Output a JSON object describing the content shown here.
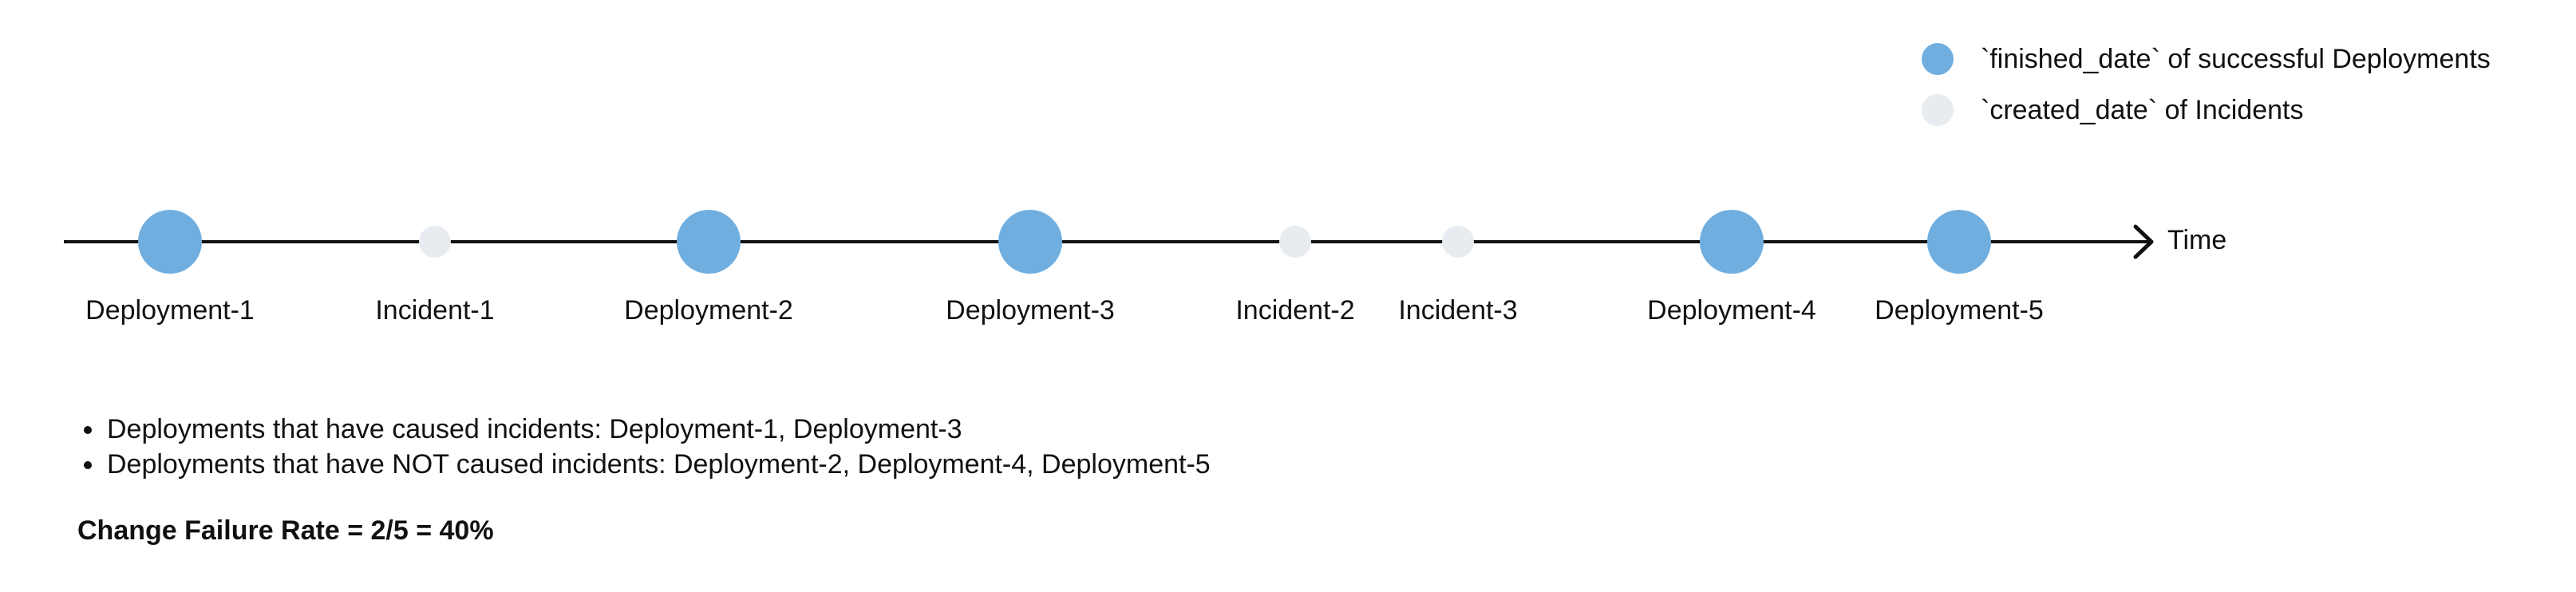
{
  "legend": {
    "deployment_label": "`finished_date` of successful Deployments",
    "incident_label": "`created_date` of Incidents"
  },
  "colors": {
    "deployment": "#6faedf",
    "incident": "#e8ecf0",
    "axis": "#111111"
  },
  "axis": {
    "label": "Time"
  },
  "events": [
    {
      "label": "Deployment-1",
      "type": "deployment"
    },
    {
      "label": "Incident-1",
      "type": "incident"
    },
    {
      "label": "Deployment-2",
      "type": "deployment"
    },
    {
      "label": "Deployment-3",
      "type": "deployment"
    },
    {
      "label": "Incident-2",
      "type": "incident"
    },
    {
      "label": "Incident-3",
      "type": "incident"
    },
    {
      "label": "Deployment-4",
      "type": "deployment"
    },
    {
      "label": "Deployment-5",
      "type": "deployment"
    }
  ],
  "notes": [
    "Deployments that have caused incidents: Deployment-1, Deployment-3",
    "Deployments that have NOT caused incidents: Deployment-2, Deployment-4, Deployment-5"
  ],
  "summary": "Change Failure Rate = 2/5 = 40%"
}
